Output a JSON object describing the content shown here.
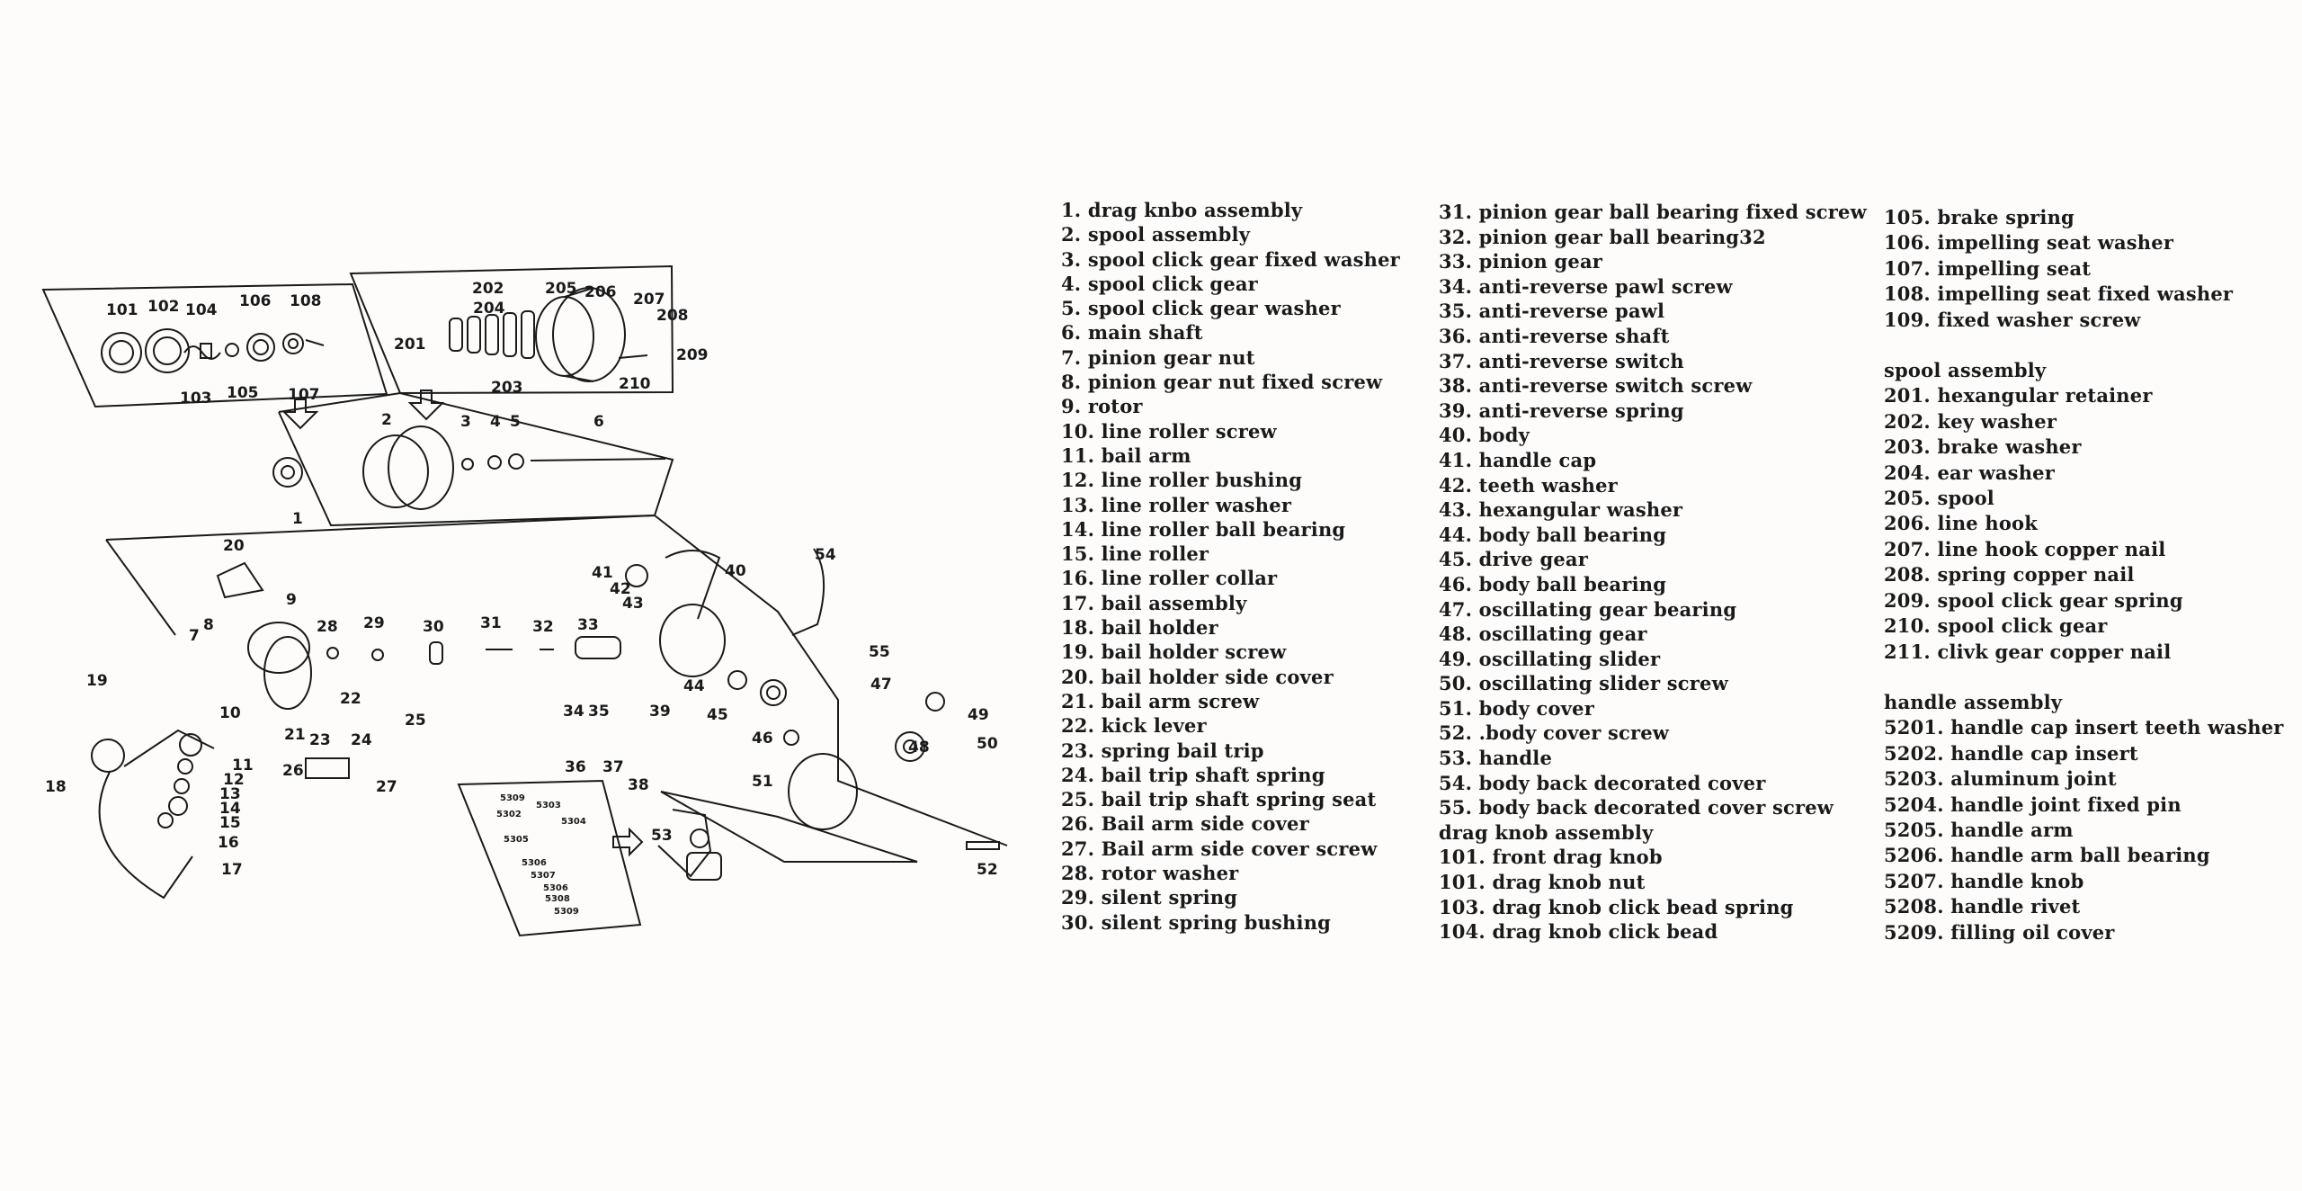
{
  "parts_list": {
    "column_1": [
      "1. drag knbo assembly",
      "2. spool assembly",
      "3. spool click gear fixed washer",
      "4. spool click gear",
      "5. spool click gear washer",
      "6. main shaft",
      "7. pinion gear nut",
      "8. pinion gear nut fixed screw",
      "9. rotor",
      "10. line roller screw",
      "11. bail arm",
      "12. line roller bushing",
      "13. line roller washer",
      "14. line roller ball bearing",
      "15. line roller",
      "16. line roller collar",
      "17. bail assembly",
      "18. bail holder",
      "19. bail holder screw",
      "20. bail holder side cover",
      "21. bail arm screw",
      "22. kick lever",
      "23. spring bail trip",
      "24. bail trip shaft spring",
      "25. bail trip shaft spring seat",
      "26. Bail arm side cover",
      "27. Bail arm side cover screw",
      "28. rotor washer",
      "29. silent spring",
      "30. silent spring bushing"
    ],
    "column_2": [
      "31. pinion gear ball bearing fixed screw",
      "32. pinion gear ball bearing32",
      "33. pinion gear",
      "34. anti-reverse pawl screw",
      "35. anti-reverse pawl",
      "36. anti-reverse shaft",
      "37. anti-reverse switch",
      "38. anti-reverse switch screw",
      "39. anti-reverse spring",
      "40. body",
      "41. handle  cap",
      "42. teeth washer",
      "43. hexangular washer",
      "44. body ball bearing",
      "45. drive gear",
      "46. body ball bearing",
      "47. oscillating gear bearing",
      "48. oscillating gear",
      "49. oscillating slider",
      "50. oscillating slider screw",
      "51. body cover",
      "52. .body cover screw",
      "53. handle",
      "54. body back decorated cover",
      "55. body back decorated cover screw",
      "drag knob assembly",
      "101. front drag knob",
      "101. drag knob nut",
      "103. drag knob click bead spring",
      "104. drag knob click bead"
    ],
    "column_3_top": [
      "105. brake spring",
      "106. impelling seat washer",
      "107. impelling seat",
      "108. impelling seat fixed washer",
      "109. fixed washer screw"
    ],
    "column_3_spool": [
      "spool assembly",
      "201. hexangular retainer",
      "202. key washer",
      "203. brake washer",
      "204. ear washer",
      "205. spool",
      "206. line hook",
      "207. line hook copper nail",
      "208. spring copper nail",
      "209. spool click gear spring",
      "210. spool click gear",
      "211. clivk gear copper nail"
    ],
    "column_3_handle": [
      "handle assembly",
      "5201. handle cap insert teeth washer",
      "5202. handle cap insert",
      "5203. aluminum joint",
      "5204. handle joint fixed pin",
      "5205. handle arm",
      "5206. handle arm ball bearing",
      "5207. handle knob",
      "5208. handle rivet",
      "5209. filling oil cover"
    ]
  },
  "diagram_labels": {
    "drag": [
      "101",
      "102",
      "104",
      "106",
      "108",
      "103",
      "105",
      "107"
    ],
    "spool": [
      "202",
      "205",
      "206",
      "207",
      "208",
      "201",
      "204",
      "203",
      "209",
      "210"
    ],
    "shaft": [
      "1",
      "2",
      "3",
      "4",
      "5",
      "6"
    ],
    "body": [
      "20",
      "9",
      "7",
      "8",
      "28",
      "29",
      "30",
      "31",
      "32",
      "33",
      "41",
      "42",
      "43",
      "40",
      "54",
      "55",
      "19",
      "10",
      "11",
      "12",
      "13",
      "14",
      "15",
      "16",
      "17",
      "18",
      "21",
      "22",
      "23",
      "24",
      "25",
      "26",
      "27",
      "34",
      "35",
      "39",
      "44",
      "45",
      "46",
      "47",
      "48",
      "49",
      "50",
      "36",
      "37",
      "38",
      "51",
      "53",
      "52"
    ],
    "handle": [
      "5309",
      "5303",
      "5302",
      "5304",
      "5305",
      "5306",
      "5307",
      "5306",
      "5308",
      "5309"
    ]
  },
  "colors": {
    "ink": "#1a1a1a",
    "paper": "#fdfcfb"
  }
}
